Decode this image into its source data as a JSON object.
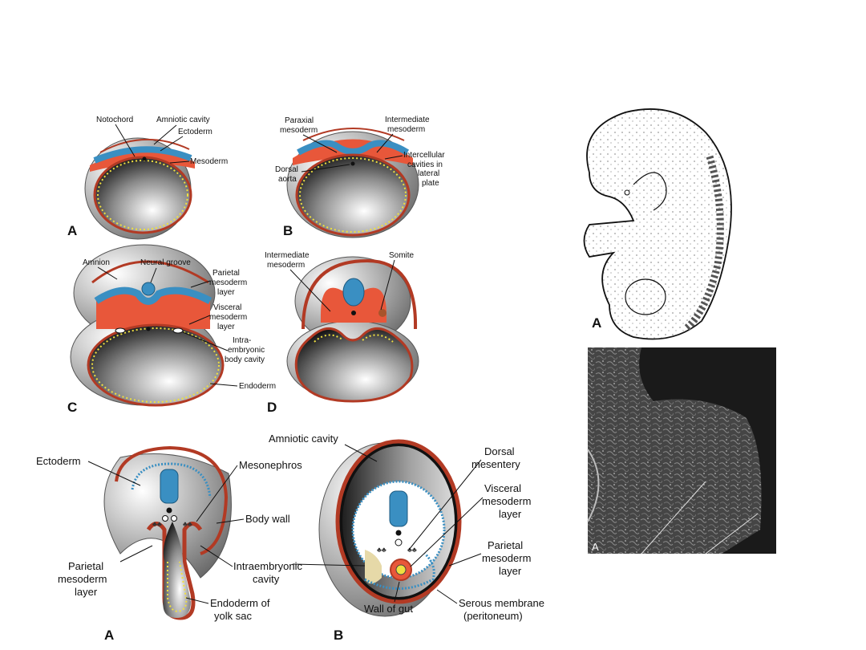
{
  "panel_top": {
    "A": {
      "letter": "A",
      "labels": [
        "Notochord",
        "Amniotic cavity",
        "Ectoderm",
        "Mesoderm"
      ]
    },
    "B": {
      "letter": "B",
      "labels": [
        "Paraxial",
        "mesoderm",
        "Intermediate",
        "mesoderm",
        "Intercellular",
        "cavities in",
        "lateral",
        "plate",
        "Dorsal",
        "aorta"
      ]
    },
    "C": {
      "letter": "C",
      "labels": [
        "Amnion",
        "Neural groove",
        "Parietal",
        "mesoderm",
        "layer",
        "Visceral",
        "mesoderm",
        "layer",
        "Intra-",
        "embryonic",
        "body cavity",
        "Endoderm"
      ]
    },
    "D": {
      "letter": "D",
      "labels": [
        "Intermediate",
        "mesoderm",
        "Somite"
      ]
    }
  },
  "panel_bottom": {
    "A": {
      "letter": "A",
      "labels": [
        "Ectoderm",
        "Mesonephros",
        "Body wall",
        "Parietal",
        "mesoderm",
        "layer",
        "Intraembryonic",
        "cavity",
        "Endoderm of",
        "yolk sac"
      ]
    },
    "B": {
      "letter": "B",
      "labels": [
        "Amniotic cavity",
        "Dorsal",
        "mesentery",
        "Visceral",
        "mesoderm",
        "layer",
        "Parietal",
        "mesoderm",
        "layer",
        "Wall of gut",
        "Serous membrane",
        "(peritoneum)"
      ]
    }
  },
  "embryo_sketch": {
    "letter": "A"
  },
  "micrograph": {
    "letter": "A"
  },
  "colors": {
    "mesoderm": "#e8573a",
    "ectoderm": "#3a8fc2",
    "endoderm": "#f0e040",
    "outline": "#b23a24"
  }
}
